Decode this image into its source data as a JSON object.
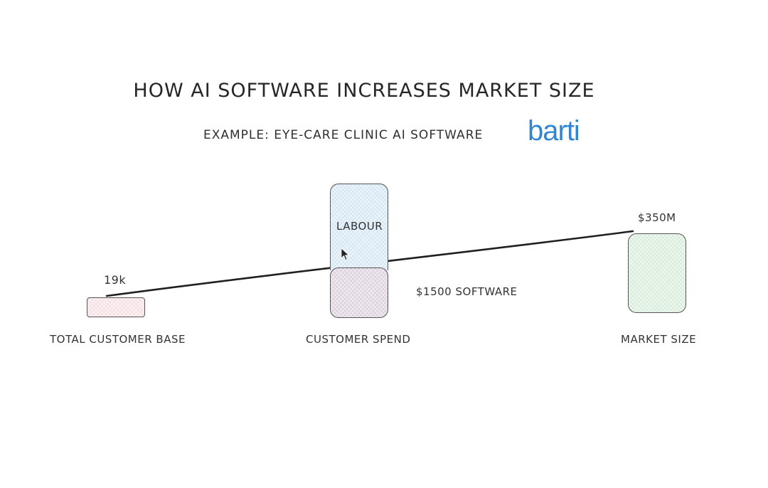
{
  "title": "HOW AI SOFTWARE INCREASES MARKET SIZE",
  "subtitle": "EXAMPLE: EYE-CARE CLINIC AI SOFTWARE",
  "logo_text": "barti",
  "colors": {
    "logo": "#2f86d6",
    "customer_box": "#fbf1f3",
    "labour_box": "#edf5fb",
    "software_box": "#efe9ef",
    "market_box": "#eef7ef",
    "line": "#1f1f1f"
  },
  "nodes": {
    "customer_base": {
      "value": "19k",
      "label": "TOTAL CUSTOMER BASE"
    },
    "customer_spend": {
      "labour_label": "LABOUR",
      "software_label": "$1500 SOFTWARE",
      "label": "CUSTOMER SPEND"
    },
    "market_size": {
      "value": "$350M",
      "label": "MARKET SIZE"
    }
  },
  "icons": {
    "cursor": "mouse-pointer-icon"
  }
}
